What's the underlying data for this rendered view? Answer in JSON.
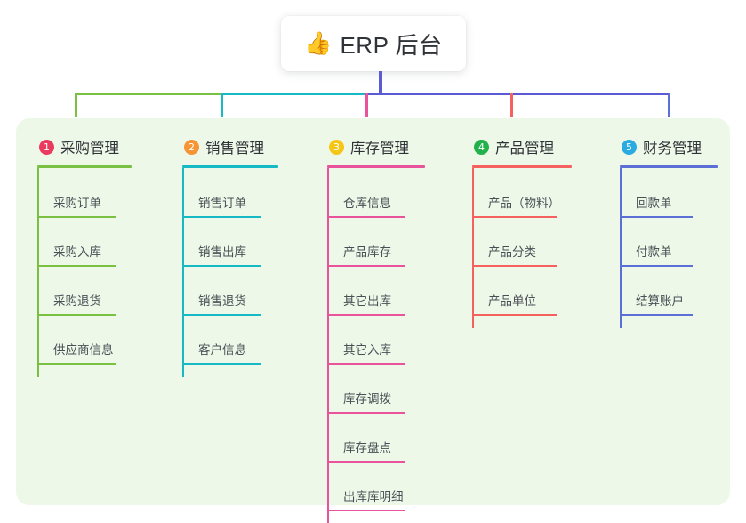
{
  "title": {
    "emoji": "👍",
    "emoji_name": "thumbs-up-icon",
    "text": "ERP 后台"
  },
  "theme": {
    "page_background": "#ffffff",
    "panel_background": "#eef8e9",
    "root_connector": "#5b5bd6",
    "title_text_color": "#2f3237",
    "item_text_color": "#4a4f55"
  },
  "columns": [
    {
      "number": "1",
      "title": "采购管理",
      "badge_color": "#ea3a5e",
      "line_color": "#7ac143",
      "connector_color": "#7ac143",
      "items": [
        "采购订单",
        "采购入库",
        "采购退货",
        "供应商信息"
      ]
    },
    {
      "number": "2",
      "title": "销售管理",
      "badge_color": "#f79433",
      "line_color": "#17b9c4",
      "connector_color": "#17b9c4",
      "items": [
        "销售订单",
        "销售出库",
        "销售退货",
        "客户信息"
      ]
    },
    {
      "number": "3",
      "title": "库存管理",
      "badge_color": "#f5c518",
      "line_color": "#e8539c",
      "connector_color": "#e8539c",
      "items": [
        "仓库信息",
        "产品库存",
        "其它出库",
        "其它入库",
        "库存调拨",
        "库存盘点",
        "出库库明细"
      ]
    },
    {
      "number": "4",
      "title": "产品管理",
      "badge_color": "#22b14c",
      "line_color": "#f4615e",
      "connector_color": "#f4615e",
      "items": [
        "产品（物料）",
        "产品分类",
        "产品单位"
      ]
    },
    {
      "number": "5",
      "title": "财务管理",
      "badge_color": "#29abe2",
      "line_color": "#5b6fd6",
      "connector_color": "#5b6fd6",
      "items": [
        "回款单",
        "付款单",
        "结算账户"
      ]
    }
  ]
}
